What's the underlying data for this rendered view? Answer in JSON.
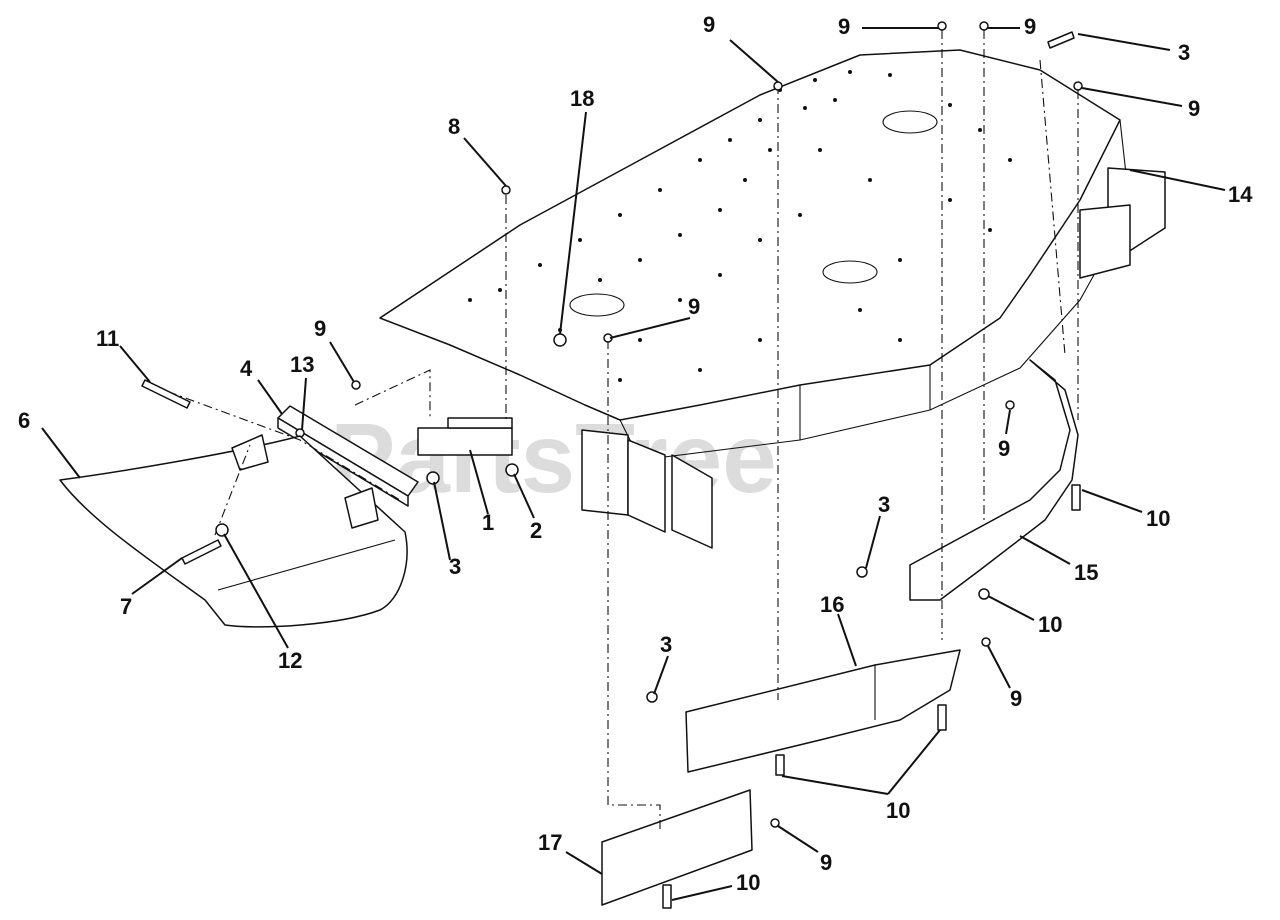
{
  "watermark": "PartsTree",
  "callouts": [
    {
      "id": "c1",
      "text": "9"
    },
    {
      "id": "c2",
      "text": "9"
    },
    {
      "id": "c3",
      "text": "9"
    },
    {
      "id": "c4",
      "text": "3"
    },
    {
      "id": "c5",
      "text": "9"
    },
    {
      "id": "c6",
      "text": "14"
    },
    {
      "id": "c7",
      "text": "18"
    },
    {
      "id": "c8",
      "text": "8"
    },
    {
      "id": "c9",
      "text": "9"
    },
    {
      "id": "c10",
      "text": "11"
    },
    {
      "id": "c11",
      "text": "9"
    },
    {
      "id": "c12",
      "text": "4"
    },
    {
      "id": "c13",
      "text": "13"
    },
    {
      "id": "c14",
      "text": "6"
    },
    {
      "id": "c15",
      "text": "1"
    },
    {
      "id": "c16",
      "text": "2"
    },
    {
      "id": "c17",
      "text": "3"
    },
    {
      "id": "c18",
      "text": "7"
    },
    {
      "id": "c19",
      "text": "12"
    },
    {
      "id": "c20",
      "text": "9"
    },
    {
      "id": "c21",
      "text": "10"
    },
    {
      "id": "c22",
      "text": "3"
    },
    {
      "id": "c23",
      "text": "15"
    },
    {
      "id": "c24",
      "text": "10"
    },
    {
      "id": "c25",
      "text": "16"
    },
    {
      "id": "c26",
      "text": "3"
    },
    {
      "id": "c27",
      "text": "9"
    },
    {
      "id": "c28",
      "text": "10"
    },
    {
      "id": "c29",
      "text": "17"
    },
    {
      "id": "c30",
      "text": "9"
    },
    {
      "id": "c31",
      "text": "10"
    }
  ]
}
